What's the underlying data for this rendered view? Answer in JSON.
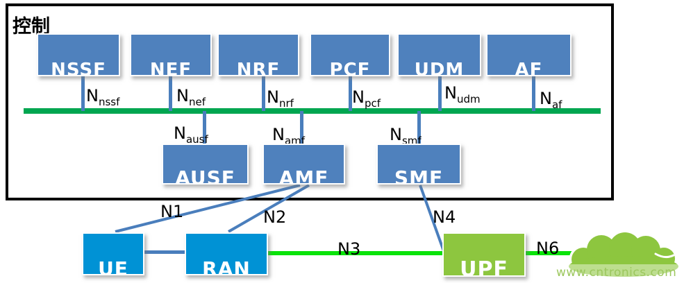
{
  "control": {
    "region_label": "控制",
    "top_nodes": [
      {
        "name": "NSSF",
        "if_base": "N",
        "if_sub": "nssf"
      },
      {
        "name": "NEF",
        "if_base": "N",
        "if_sub": "nef"
      },
      {
        "name": "NRF",
        "if_base": "N",
        "if_sub": "nrf"
      },
      {
        "name": "PCF",
        "if_base": "N",
        "if_sub": "pcf"
      },
      {
        "name": "UDM",
        "if_base": "N",
        "if_sub": "udm"
      },
      {
        "name": "AF",
        "if_base": "N",
        "if_sub": "af"
      }
    ],
    "bottom_nodes": [
      {
        "name": "AUSF",
        "if_base": "N",
        "if_sub": "ausf"
      },
      {
        "name": "AMF",
        "if_base": "N",
        "if_sub": "amf"
      },
      {
        "name": "SMF",
        "if_base": "N",
        "if_sub": "smf"
      }
    ]
  },
  "user_plane": {
    "nodes": [
      {
        "name": "UE"
      },
      {
        "name": "RAN"
      },
      {
        "name": "UPF"
      }
    ],
    "links": [
      {
        "label": "N1"
      },
      {
        "label": "N2"
      },
      {
        "label": "N3"
      },
      {
        "label": "N4"
      },
      {
        "label": "N6"
      }
    ],
    "cloud_icon": "internet-cloud"
  },
  "watermark": "www.cntronics.com",
  "colors": {
    "control_node_blue": "#4f81bd",
    "access_node_blue": "#0092d5",
    "upf_green": "#8dc63f",
    "service_bus_green": "#00a650",
    "user_link_green": "#0ae30a",
    "connector_blue": "#4a7ebc",
    "border_black": "#000000",
    "watermark_green": "#9cc75e"
  }
}
